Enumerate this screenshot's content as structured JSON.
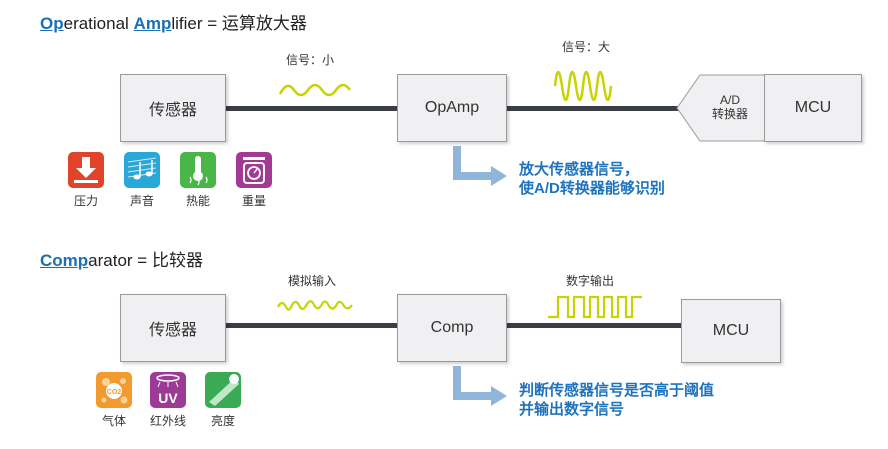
{
  "section1": {
    "title": {
      "hl1": "Op",
      "rest1": "erational ",
      "hl2": "Amp",
      "rest2": "lifier = 运算放大器"
    },
    "sensor_label": "传感器",
    "opamp_label": "OpAmp",
    "adc_label_line1": "A/D",
    "adc_label_line2": "转换器",
    "mcu_label": "MCU",
    "signal_small_label": "信号：小",
    "signal_large_label": "信号：大",
    "icons": [
      {
        "name": "pressure",
        "label": "压力",
        "color": "#e0432a"
      },
      {
        "name": "sound",
        "label": "声音",
        "color": "#29a7d8"
      },
      {
        "name": "heat",
        "label": "热能",
        "color": "#49b648"
      },
      {
        "name": "weight",
        "label": "重量",
        "color": "#a23a93"
      }
    ],
    "note_line1": "放大传感器信号，",
    "note_line2": "使A/D转换器能够识别"
  },
  "section2": {
    "title": {
      "hl1": "Comp",
      "rest1": "arator = 比较器"
    },
    "sensor_label": "传感器",
    "comp_label": "Comp",
    "mcu_label": "MCU",
    "analog_label": "模拟输入",
    "digital_label": "数字输出",
    "icons": [
      {
        "name": "gas",
        "label": "气体",
        "color": "#f29a2e",
        "text": "CO2"
      },
      {
        "name": "uv",
        "label": "红外线",
        "color": "#9c3a96",
        "text": "UV"
      },
      {
        "name": "brightness",
        "label": "亮度",
        "color": "#3aaa55"
      }
    ],
    "note_line1": "判断传感器信号是否高于阈值",
    "note_line2": "并输出数字信号"
  },
  "colors": {
    "accent": "#1a6fb5",
    "note": "#1e73be",
    "wave": "#c8d400",
    "arrow": "#8fb5db",
    "wire": "#3b3f45"
  }
}
